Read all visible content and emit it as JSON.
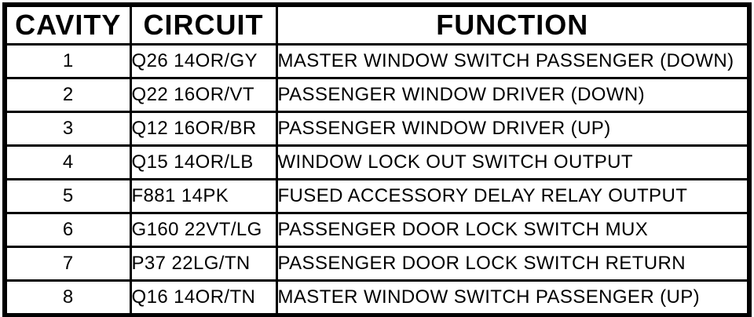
{
  "colors": {
    "border": "#000000",
    "text": "#000000",
    "background": "#ffffff"
  },
  "table": {
    "headers": [
      "CAVITY",
      "CIRCUIT",
      "FUNCTION"
    ],
    "rows": [
      {
        "cavity": "1",
        "circuit": "Q26 14OR/GY",
        "function": "MASTER WINDOW SWITCH PASSENGER (DOWN)"
      },
      {
        "cavity": "2",
        "circuit": "Q22 16OR/VT",
        "function": "PASSENGER WINDOW DRIVER (DOWN)"
      },
      {
        "cavity": "3",
        "circuit": "Q12 16OR/BR",
        "function": "PASSENGER WINDOW DRIVER (UP)"
      },
      {
        "cavity": "4",
        "circuit": "Q15 14OR/LB",
        "function": "WINDOW LOCK OUT SWITCH OUTPUT"
      },
      {
        "cavity": "5",
        "circuit": "F881 14PK",
        "function": "FUSED ACCESSORY DELAY RELAY OUTPUT"
      },
      {
        "cavity": "6",
        "circuit": "G160 22VT/LG",
        "function": "PASSENGER DOOR LOCK SWITCH MUX"
      },
      {
        "cavity": "7",
        "circuit": "P37 22LG/TN",
        "function": "PASSENGER DOOR LOCK SWITCH RETURN"
      },
      {
        "cavity": "8",
        "circuit": "Q16 14OR/TN",
        "function": "MASTER WINDOW SWITCH PASSENGER (UP)"
      }
    ]
  }
}
